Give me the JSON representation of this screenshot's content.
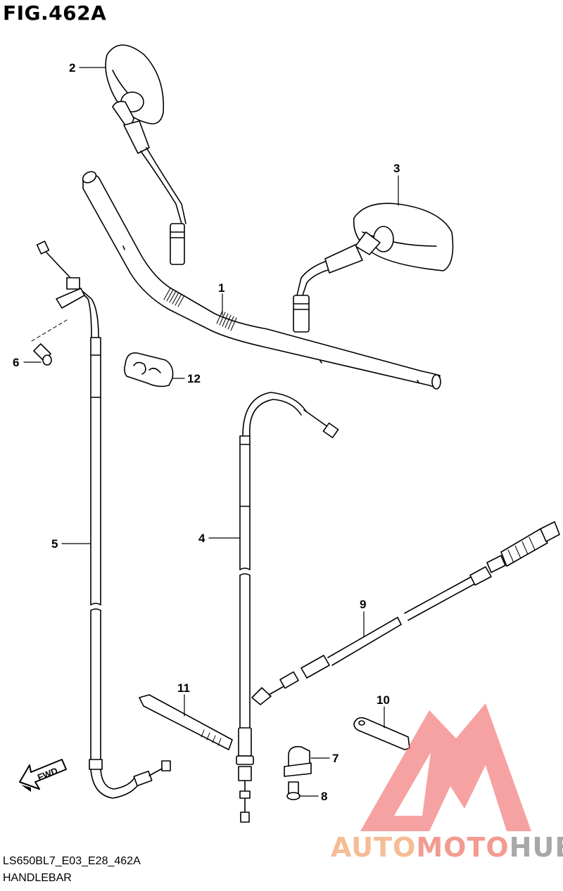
{
  "figure": {
    "title": "FIG.462A",
    "code": "LS650BL7_E03_E28_462A",
    "name": "HANDLEBAR"
  },
  "callouts": [
    "1",
    "2",
    "3",
    "4",
    "5",
    "6",
    "7",
    "8",
    "9",
    "10",
    "11",
    "12"
  ],
  "fwd_label": "FWD",
  "watermark": {
    "part1": "AUTO",
    "part2": "MOTO",
    "part3": "HUB",
    "color1": "#f5b183",
    "color2": "#f08a7e",
    "color3": "#9a9a9a",
    "logo_color": "#f26d6d"
  }
}
